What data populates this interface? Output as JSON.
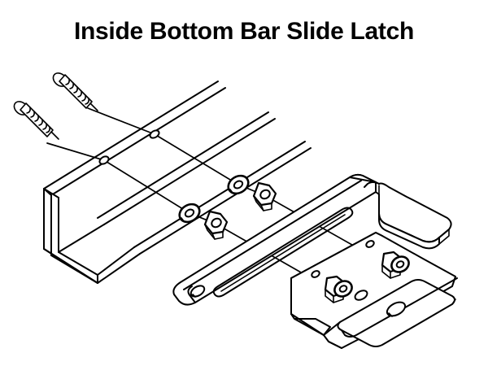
{
  "document": {
    "title": "Inside Bottom Bar Slide Latch",
    "kind": "exploded-assembly-diagram",
    "background_color": "#ffffff",
    "line_color": "#000000",
    "view": "isometric exploded view, line art, no shading"
  },
  "parts": [
    {
      "id": "screw-upper",
      "name": "pan head machine screw",
      "label": "",
      "quantity_shown": 1,
      "position": "upper left",
      "features": "rounded pan head, threaded shank, tapered point"
    },
    {
      "id": "screw-lower",
      "name": "pan head machine screw",
      "label": "",
      "quantity_shown": 1,
      "position": "left, below upper screw",
      "features": "rounded pan head, threaded shank, tapered point"
    },
    {
      "id": "angle-bar",
      "name": "inside bottom bar (L angle)",
      "label": "",
      "position": "center left",
      "features": "L-shaped angle extrusion, two mounting holes on top face, cut-off at upper right"
    },
    {
      "id": "washer-upper",
      "name": "flat washer",
      "label": "",
      "position": "center, upper assembly line"
    },
    {
      "id": "nut-upper",
      "name": "hex nut",
      "label": "",
      "position": "center, upper assembly line"
    },
    {
      "id": "washer-lower",
      "name": "flat washer",
      "label": "",
      "position": "center, lower assembly line"
    },
    {
      "id": "nut-lower",
      "name": "hex nut",
      "label": "",
      "position": "center, lower assembly line"
    },
    {
      "id": "slide-latch-bar",
      "name": "slide latch bar",
      "label": "",
      "position": "center right",
      "features": "flat bar with long central slot, rounded end with oval hole, bent hook handle at far end"
    },
    {
      "id": "latch-keeper-bracket",
      "name": "latch keeper channel bracket",
      "label": "",
      "position": "lower right",
      "features": "U-shaped formed channel, two oval holes in flange, two studs with washers and hex nuts"
    },
    {
      "id": "nut-bracket-rear",
      "name": "hex nut with washer on stud",
      "label": "",
      "position": "bracket, rear stud"
    },
    {
      "id": "nut-bracket-front",
      "name": "hex nut with washer on stud",
      "label": "",
      "position": "bracket, front stud"
    }
  ],
  "callouts": {
    "leader_lines_count": 4,
    "description": "Thin leader lines connect each screw to its hole in the angle bar and continue through washers and hex nuts, plus two short leaders on the keeper bracket studs"
  }
}
